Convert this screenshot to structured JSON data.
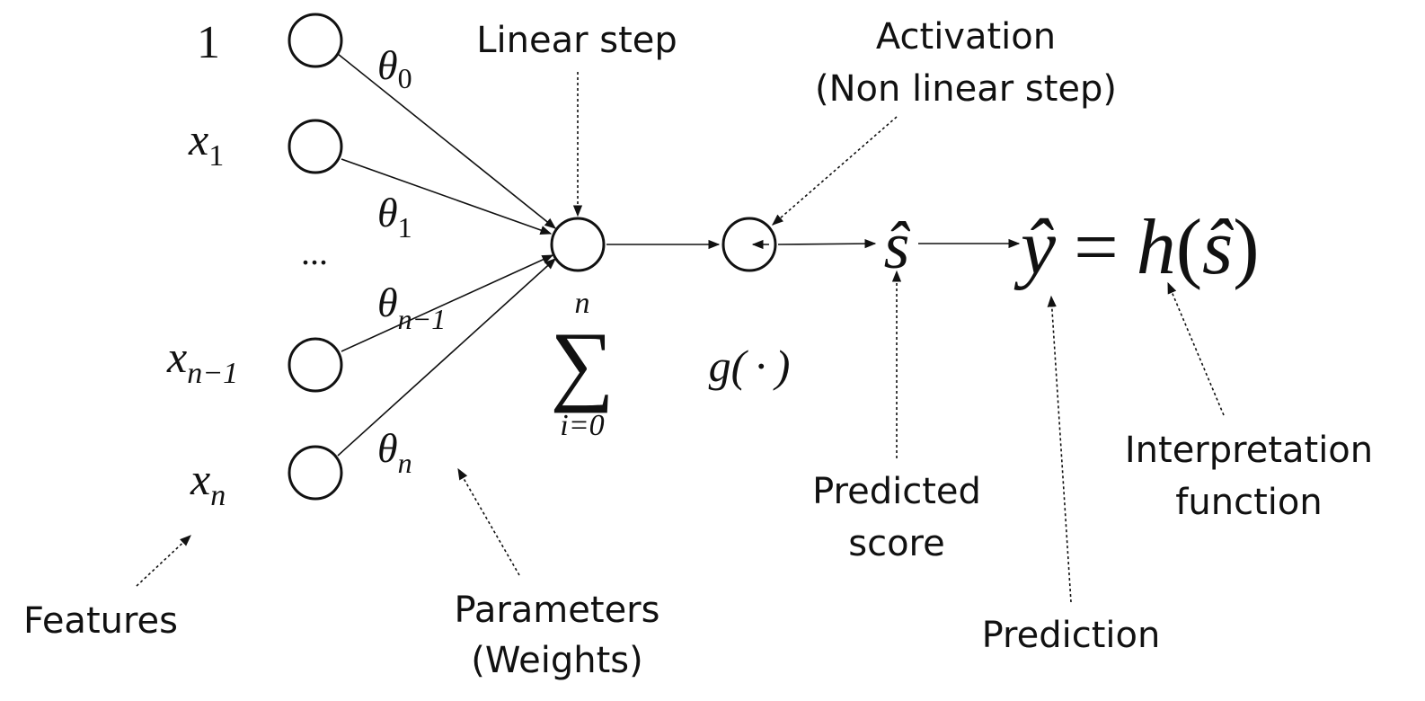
{
  "inputs": {
    "bias": "1",
    "x1": "x",
    "x1_sub": "1",
    "dots": "...",
    "xn1": "x",
    "xn1_sub": "n−1",
    "xn": "x",
    "xn_sub": "n"
  },
  "weights": {
    "theta": "θ",
    "w0_sub": "0",
    "w1_sub": "1",
    "wn1_sub": "n−1",
    "wn_sub": "n"
  },
  "sum": {
    "symbol": "∑",
    "upper": "n",
    "lower": "i=0"
  },
  "activation": {
    "function": "g( · )"
  },
  "score": "ŝ",
  "equation": {
    "y": "ŷ",
    "eq": "=",
    "h": "h",
    "open": "(",
    "s": "ŝ",
    "close": ")"
  },
  "labels": {
    "linear_step": "Linear step",
    "activation_line1": "Activation",
    "activation_line2": "(Non linear step)",
    "predicted_score_line1": "Predicted",
    "predicted_score_line2": "score",
    "interpretation_line1": "Interpretation",
    "interpretation_line2": "function",
    "prediction": "Prediction",
    "features": "Features",
    "parameters_line1": "Parameters",
    "parameters_line2": "(Weights)"
  }
}
